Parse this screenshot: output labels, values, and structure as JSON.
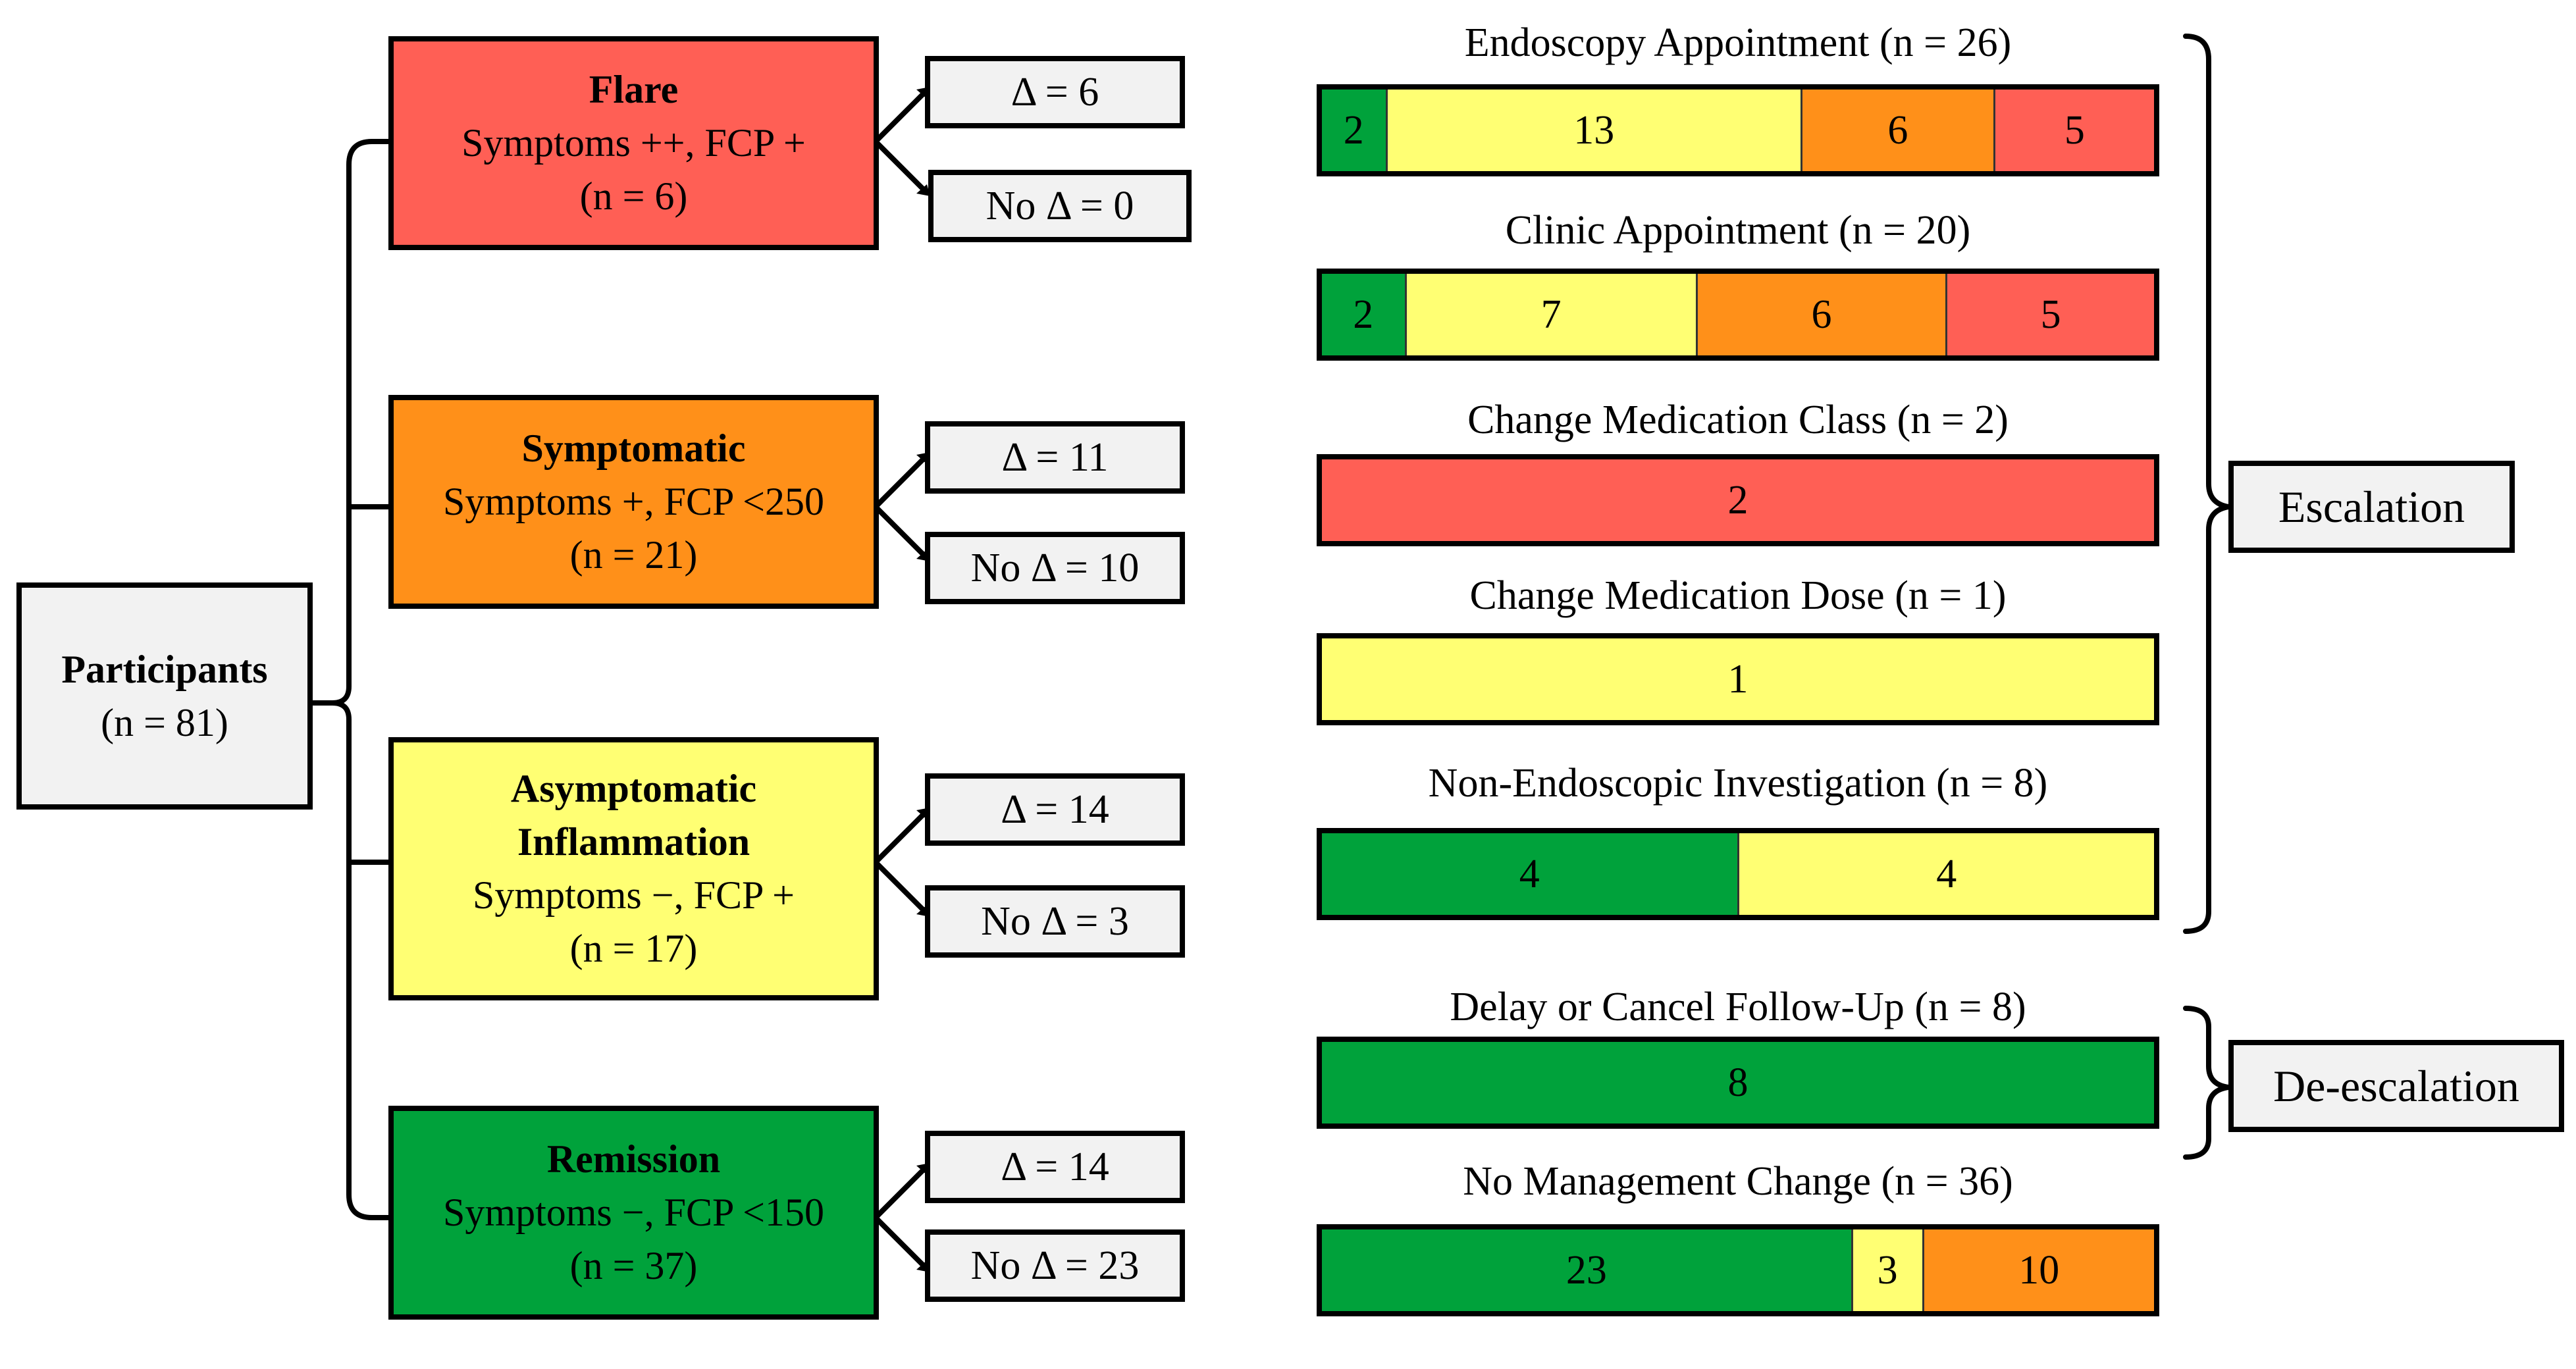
{
  "colors": {
    "flare": "#ff5f55",
    "symptomatic": "#ff9019",
    "asymptomatic": "#ffff73",
    "remission": "#00a23b",
    "neutral": "#f2f2f2",
    "line": "#000000"
  },
  "participants": {
    "label": "Participants",
    "count": "(n = 81)"
  },
  "states": [
    {
      "title": "Flare",
      "criteria": "Symptoms ++, FCP +",
      "count": "(n = 6)",
      "change": "Δ = 6",
      "no_change": "No Δ = 0"
    },
    {
      "title": "Symptomatic",
      "criteria": "Symptoms +, FCP <250",
      "count": "(n = 21)",
      "change": "Δ = 11",
      "no_change": "No Δ = 10"
    },
    {
      "title_line1": "Asymptomatic",
      "title_line2": "Inflammation",
      "criteria": "Symptoms −, FCP +",
      "count": "(n = 17)",
      "change": "Δ = 14",
      "no_change": "No Δ = 3"
    },
    {
      "title": "Remission",
      "criteria": "Symptoms −, FCP <150",
      "count": "(n = 37)",
      "change": "Δ = 14",
      "no_change": "No Δ = 23"
    }
  ],
  "bars": [
    {
      "title": "Endoscopy Appointment (n = 26)",
      "segments": [
        {
          "value": 2,
          "label": "2",
          "color": "#00a23b"
        },
        {
          "value": 13,
          "label": "13",
          "color": "#ffff73"
        },
        {
          "value": 6,
          "label": "6",
          "color": "#ff9019"
        },
        {
          "value": 5,
          "label": "5",
          "color": "#ff5f55"
        }
      ]
    },
    {
      "title": "Clinic Appointment (n = 20)",
      "segments": [
        {
          "value": 2,
          "label": "2",
          "color": "#00a23b"
        },
        {
          "value": 7,
          "label": "7",
          "color": "#ffff73"
        },
        {
          "value": 6,
          "label": "6",
          "color": "#ff9019"
        },
        {
          "value": 5,
          "label": "5",
          "color": "#ff5f55"
        }
      ]
    },
    {
      "title": "Change Medication Class (n = 2)",
      "segments": [
        {
          "value": 2,
          "label": "2",
          "color": "#ff5f55"
        }
      ]
    },
    {
      "title": "Change Medication Dose (n = 1)",
      "segments": [
        {
          "value": 1,
          "label": "1",
          "color": "#ffff73"
        }
      ]
    },
    {
      "title": "Non-Endoscopic Investigation (n = 8)",
      "segments": [
        {
          "value": 4,
          "label": "4",
          "color": "#00a23b"
        },
        {
          "value": 4,
          "label": "4",
          "color": "#ffff73"
        }
      ]
    },
    {
      "title": "Delay or Cancel Follow-Up (n = 8)",
      "segments": [
        {
          "value": 8,
          "label": "8",
          "color": "#00a23b"
        }
      ]
    },
    {
      "title": "No Management Change (n = 36)",
      "segments": [
        {
          "value": 23,
          "label": "23",
          "color": "#00a23b"
        },
        {
          "value": 3,
          "label": "3",
          "color": "#ffff73"
        },
        {
          "value": 10,
          "label": "10",
          "color": "#ff9019"
        }
      ]
    }
  ],
  "groups": {
    "escalation": "Escalation",
    "deescalation": "De-escalation"
  }
}
